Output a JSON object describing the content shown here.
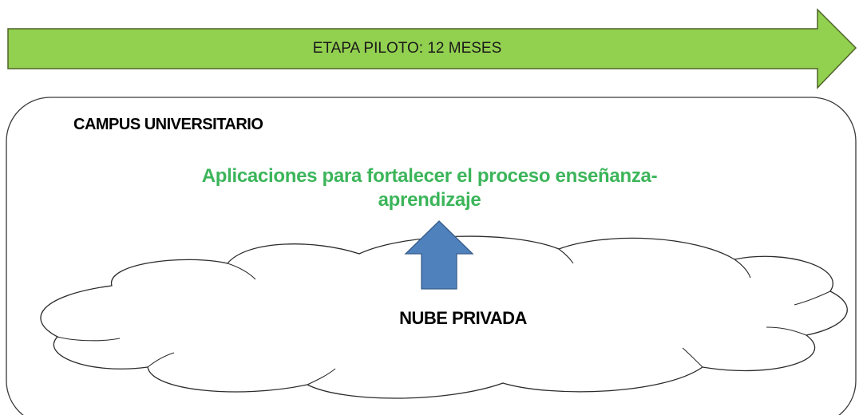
{
  "timeline_arrow": {
    "label": "ETAPA PILOTO: 12 MESES",
    "fill_color": "#92d050",
    "stroke_color": "#4f6228"
  },
  "campus": {
    "title": "CAMPUS UNIVERSITARIO"
  },
  "applications": {
    "line1": "Aplicaciones para fortalecer el proceso enseñanza-",
    "line2": "aprendizaje",
    "color": "#3cb55a"
  },
  "up_arrow": {
    "fill_color": "#4f81bd",
    "stroke_color": "#385d8a",
    "icon": "up-arrow-icon"
  },
  "cloud": {
    "label": "NUBE PRIVADA",
    "icon": "cloud-icon"
  }
}
